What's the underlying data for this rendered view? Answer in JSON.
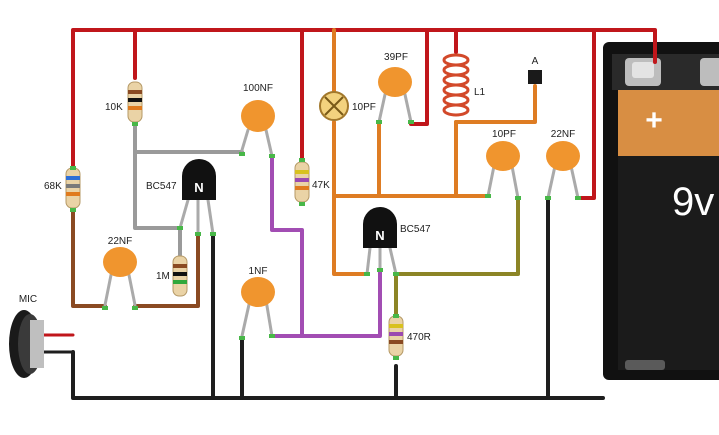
{
  "colors": {
    "red_wire": "#c0161b",
    "black_wire": "#1e1e1e",
    "orange_wire": "#de7c23",
    "purple_wire": "#a24db3",
    "brown_wire": "#8a4a22",
    "gray_wire": "#9a9a9a",
    "olive_wire": "#8c8526",
    "lead": "#aaaaaa",
    "lead_green": "#48b748",
    "capacitor": "#f0952e",
    "resistor_body": "#ead3a6",
    "battery_body": "#1b1b1b",
    "battery_top": "#d88e43",
    "transistor_body": "#111111"
  },
  "labels": {
    "mic": "MIC",
    "r_10k": "10K",
    "r_68k": "68K",
    "r_1m": "1M",
    "r_47k": "47K",
    "r_470r": "470R",
    "c_100nf": "100NF",
    "c_22nf_left": "22NF",
    "c_1nf": "1NF",
    "c_10pf_trimmer": "10PF",
    "c_39pf": "39PF",
    "c_10pf": "10PF",
    "c_22nf_right": "22NF",
    "inductor": "L1",
    "antenna": "A",
    "q1": "BC547",
    "q2": "BC547",
    "transistor_mark": "N",
    "battery_plus": "+",
    "battery_voltage": "9v"
  }
}
